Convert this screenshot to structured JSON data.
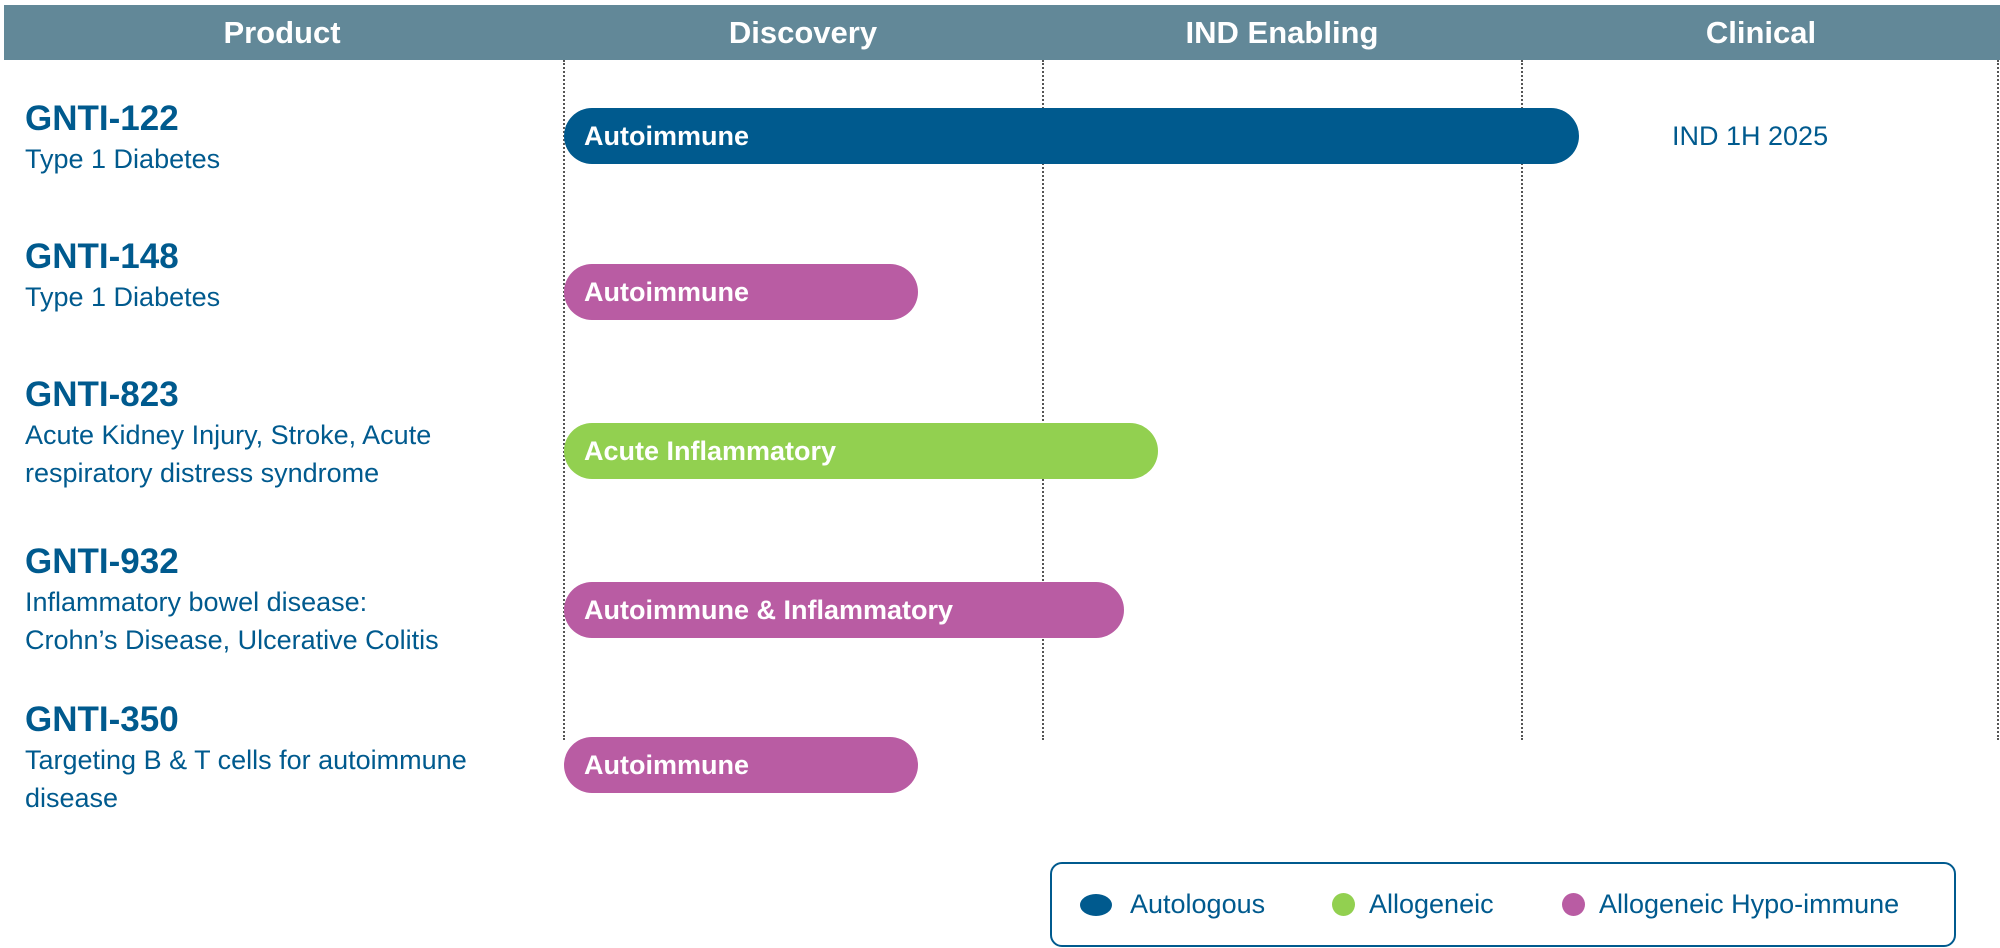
{
  "chart_data": {
    "type": "bar",
    "orientation": "horizontal",
    "stages": [
      "Discovery",
      "IND Enabling",
      "Clinical"
    ],
    "first_column_header": "Product",
    "products": [
      {
        "name": "GNTI-122",
        "indication": "Type 1 Diabetes",
        "label": "Autoimmune",
        "platform": "Autologous",
        "progress_stages": 2.12,
        "note": "IND 1H 2025"
      },
      {
        "name": "GNTI-148",
        "indication": "Type 1 Diabetes",
        "label": "Autoimmune",
        "platform": "Allogeneic Hypo-immune",
        "progress_stages": 0.74,
        "note": ""
      },
      {
        "name": "GNTI-823",
        "indication_lines": [
          "Acute Kidney Injury, Stroke, Acute",
          "respiratory distress syndrome"
        ],
        "label": "Acute Inflammatory",
        "platform": "Allogeneic",
        "progress_stages": 1.24,
        "note": ""
      },
      {
        "name": "GNTI-932",
        "indication_lines": [
          "Inflammatory bowel disease:",
          "Crohn’s Disease, Ulcerative Colitis"
        ],
        "label": "Autoimmune & Inflammatory",
        "platform": "Allogeneic Hypo-immune",
        "progress_stages": 1.17,
        "note": ""
      },
      {
        "name": "GNTI-350",
        "indication_lines": [
          "Targeting B & T cells for autoimmune",
          "disease"
        ],
        "label": "Autoimmune",
        "platform": "Allogeneic Hypo-immune",
        "progress_stages": 0.74,
        "note": ""
      }
    ],
    "legend": [
      {
        "name": "Autologous",
        "color": "#005a8e"
      },
      {
        "name": "Allogeneic",
        "color": "#92d050"
      },
      {
        "name": "Allogeneic Hypo-immune",
        "color": "#b95ca3"
      }
    ],
    "legend_position": "bottom-right"
  },
  "colors": {
    "header_bg": "#628898",
    "text": "#005a8e",
    "autologous": "#005a8e",
    "allogeneic": "#92d050",
    "hypo_immune": "#b95ca3"
  }
}
